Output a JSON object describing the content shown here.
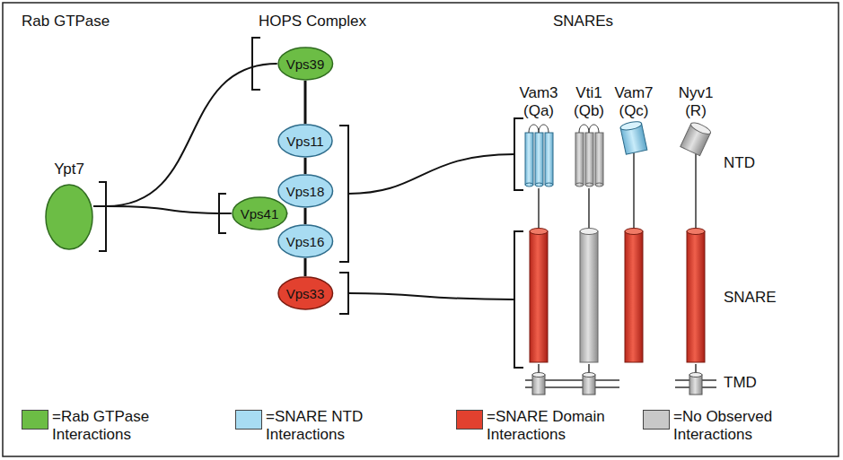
{
  "diagram": {
    "nodes": [
      {
        "text": [
          "Ypt7"
        ]
      },
      {
        "text": [
          "Vps39"
        ]
      },
      {
        "text": [
          "Vps11"
        ]
      },
      {
        "text": [
          "Vps18"
        ]
      },
      {
        "text": [
          "Vps41"
        ]
      },
      {
        "text": [
          "Vps16"
        ]
      },
      {
        "text": [
          "Vps33"
        ]
      }
    ],
    "edges": [
      {
        "from": 0,
        "to": 1,
        "arrow": "none"
      },
      {
        "from": 0,
        "to": 4,
        "arrow": "none"
      },
      {
        "from": 1,
        "to": 2,
        "arrow": "none"
      },
      {
        "from": 2,
        "to": 3,
        "arrow": "none"
      },
      {
        "from": 4,
        "to": 3,
        "arrow": "none"
      },
      {
        "from": 3,
        "to": 5,
        "arrow": "none"
      },
      {
        "from": 5,
        "to": 6,
        "arrow": "none"
      }
    ],
    "labels": [
      "Rab GTPase",
      "HOPS Complex",
      "SNAREs",
      "Vam3",
      "(Qa)",
      "Vti1",
      "(Qb)",
      "Vam7",
      "(Qc)",
      "Nyv1",
      "(R)",
      "NTD",
      "SNARE",
      "TMD"
    ],
    "legend": [
      {
        "text": "=Rab GTPase Interactions",
        "color": "#6cbd45"
      },
      {
        "text": "=SNARE NTD Interactions",
        "color": "#a8dcf2"
      },
      {
        "text": "=SNARE Domain Interactions",
        "color": "#e2412f"
      },
      {
        "text": "=No Observed Interactions",
        "color": "#c8c8c8"
      }
    ]
  }
}
